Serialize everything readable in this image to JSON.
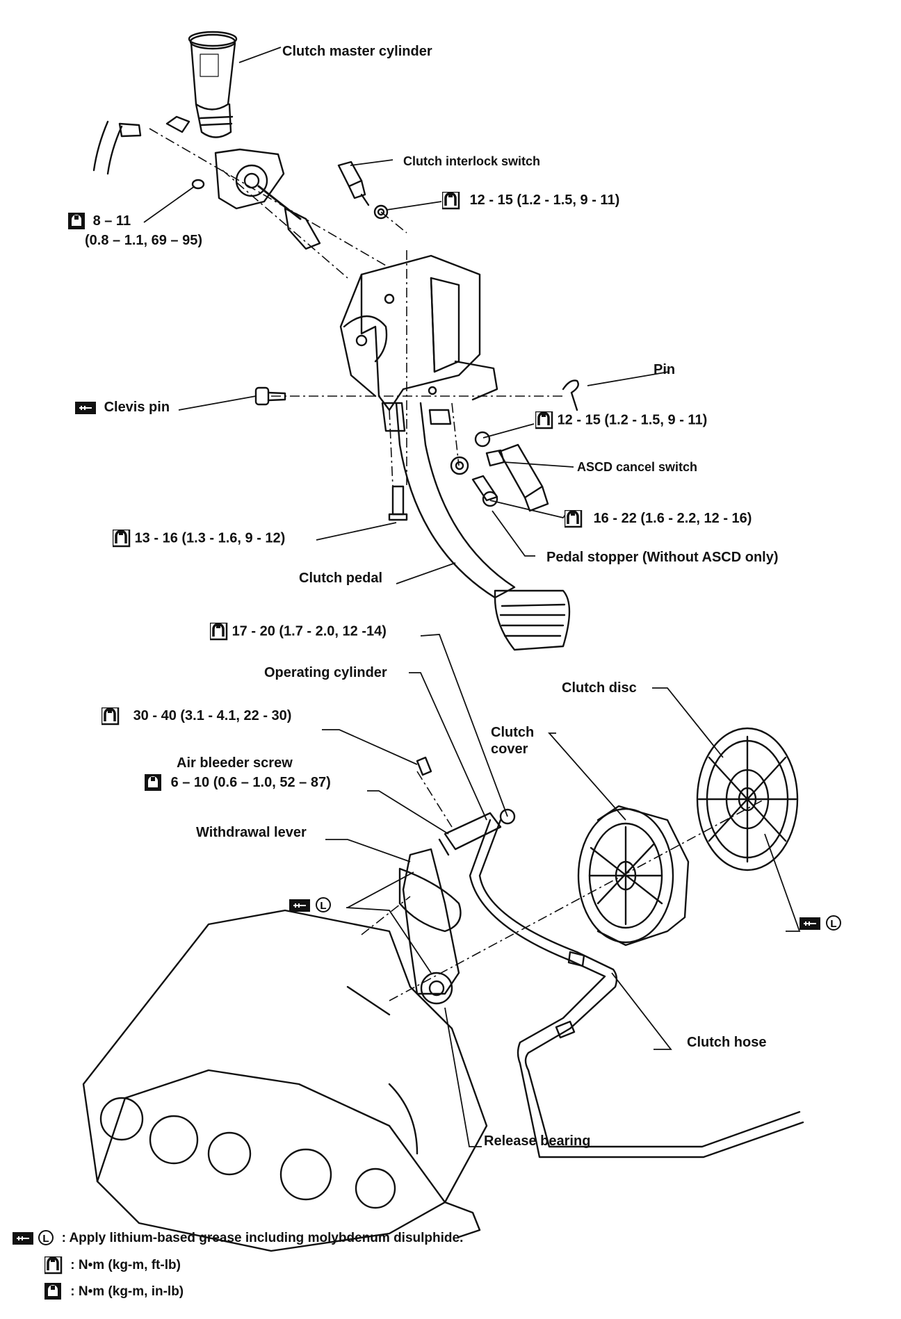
{
  "labels": {
    "clutch_master_cylinder": "Clutch master cylinder",
    "clutch_interlock_switch": "Clutch interlock switch",
    "torque_interlock": "12 - 15 (1.2 - 1.5, 9 - 11)",
    "torque_master_a": "8 – 11",
    "torque_master_b": "(0.8 – 1.1, 69 – 95)",
    "pin": "Pin",
    "clevis_pin": "Clevis pin",
    "torque_ascd_nut": "12 - 15 (1.2 - 1.5, 9 - 11)",
    "ascd_cancel_switch": "ASCD cancel switch",
    "torque_stopper": "16 - 22 (1.6 - 2.2, 12 - 16)",
    "torque_pedal_bolt": "13 - 16 (1.3 - 1.6, 9 - 12)",
    "pedal_stopper": "Pedal stopper (Without ASCD only)",
    "clutch_pedal": "Clutch pedal",
    "torque_hose": "17 - 20 (1.7 - 2.0, 12 -14)",
    "operating_cylinder": "Operating cylinder",
    "clutch_disc": "Clutch disc",
    "torque_op_cyl": "30 - 40 (3.1 - 4.1, 22 - 30)",
    "clutch_cover_a": "Clutch",
    "clutch_cover_b": "cover",
    "air_bleeder_screw": "Air bleeder screw",
    "torque_bleeder": "6 – 10 (0.6 – 1.0, 52 – 87)",
    "withdrawal_lever": "Withdrawal lever",
    "clutch_hose": "Clutch hose",
    "release_bearing": "Release bearing"
  },
  "legend": {
    "grease": ": Apply lithium-based grease including molybdenum disulphide.",
    "torque_ft": ": N•m (kg-m, ft-lb)",
    "torque_in": ": N•m (kg-m, in-lb)"
  },
  "icons": [
    "grease-icon",
    "lithium-l-icon",
    "torque-wrench-icon",
    "torque-wrench-filled-icon"
  ]
}
